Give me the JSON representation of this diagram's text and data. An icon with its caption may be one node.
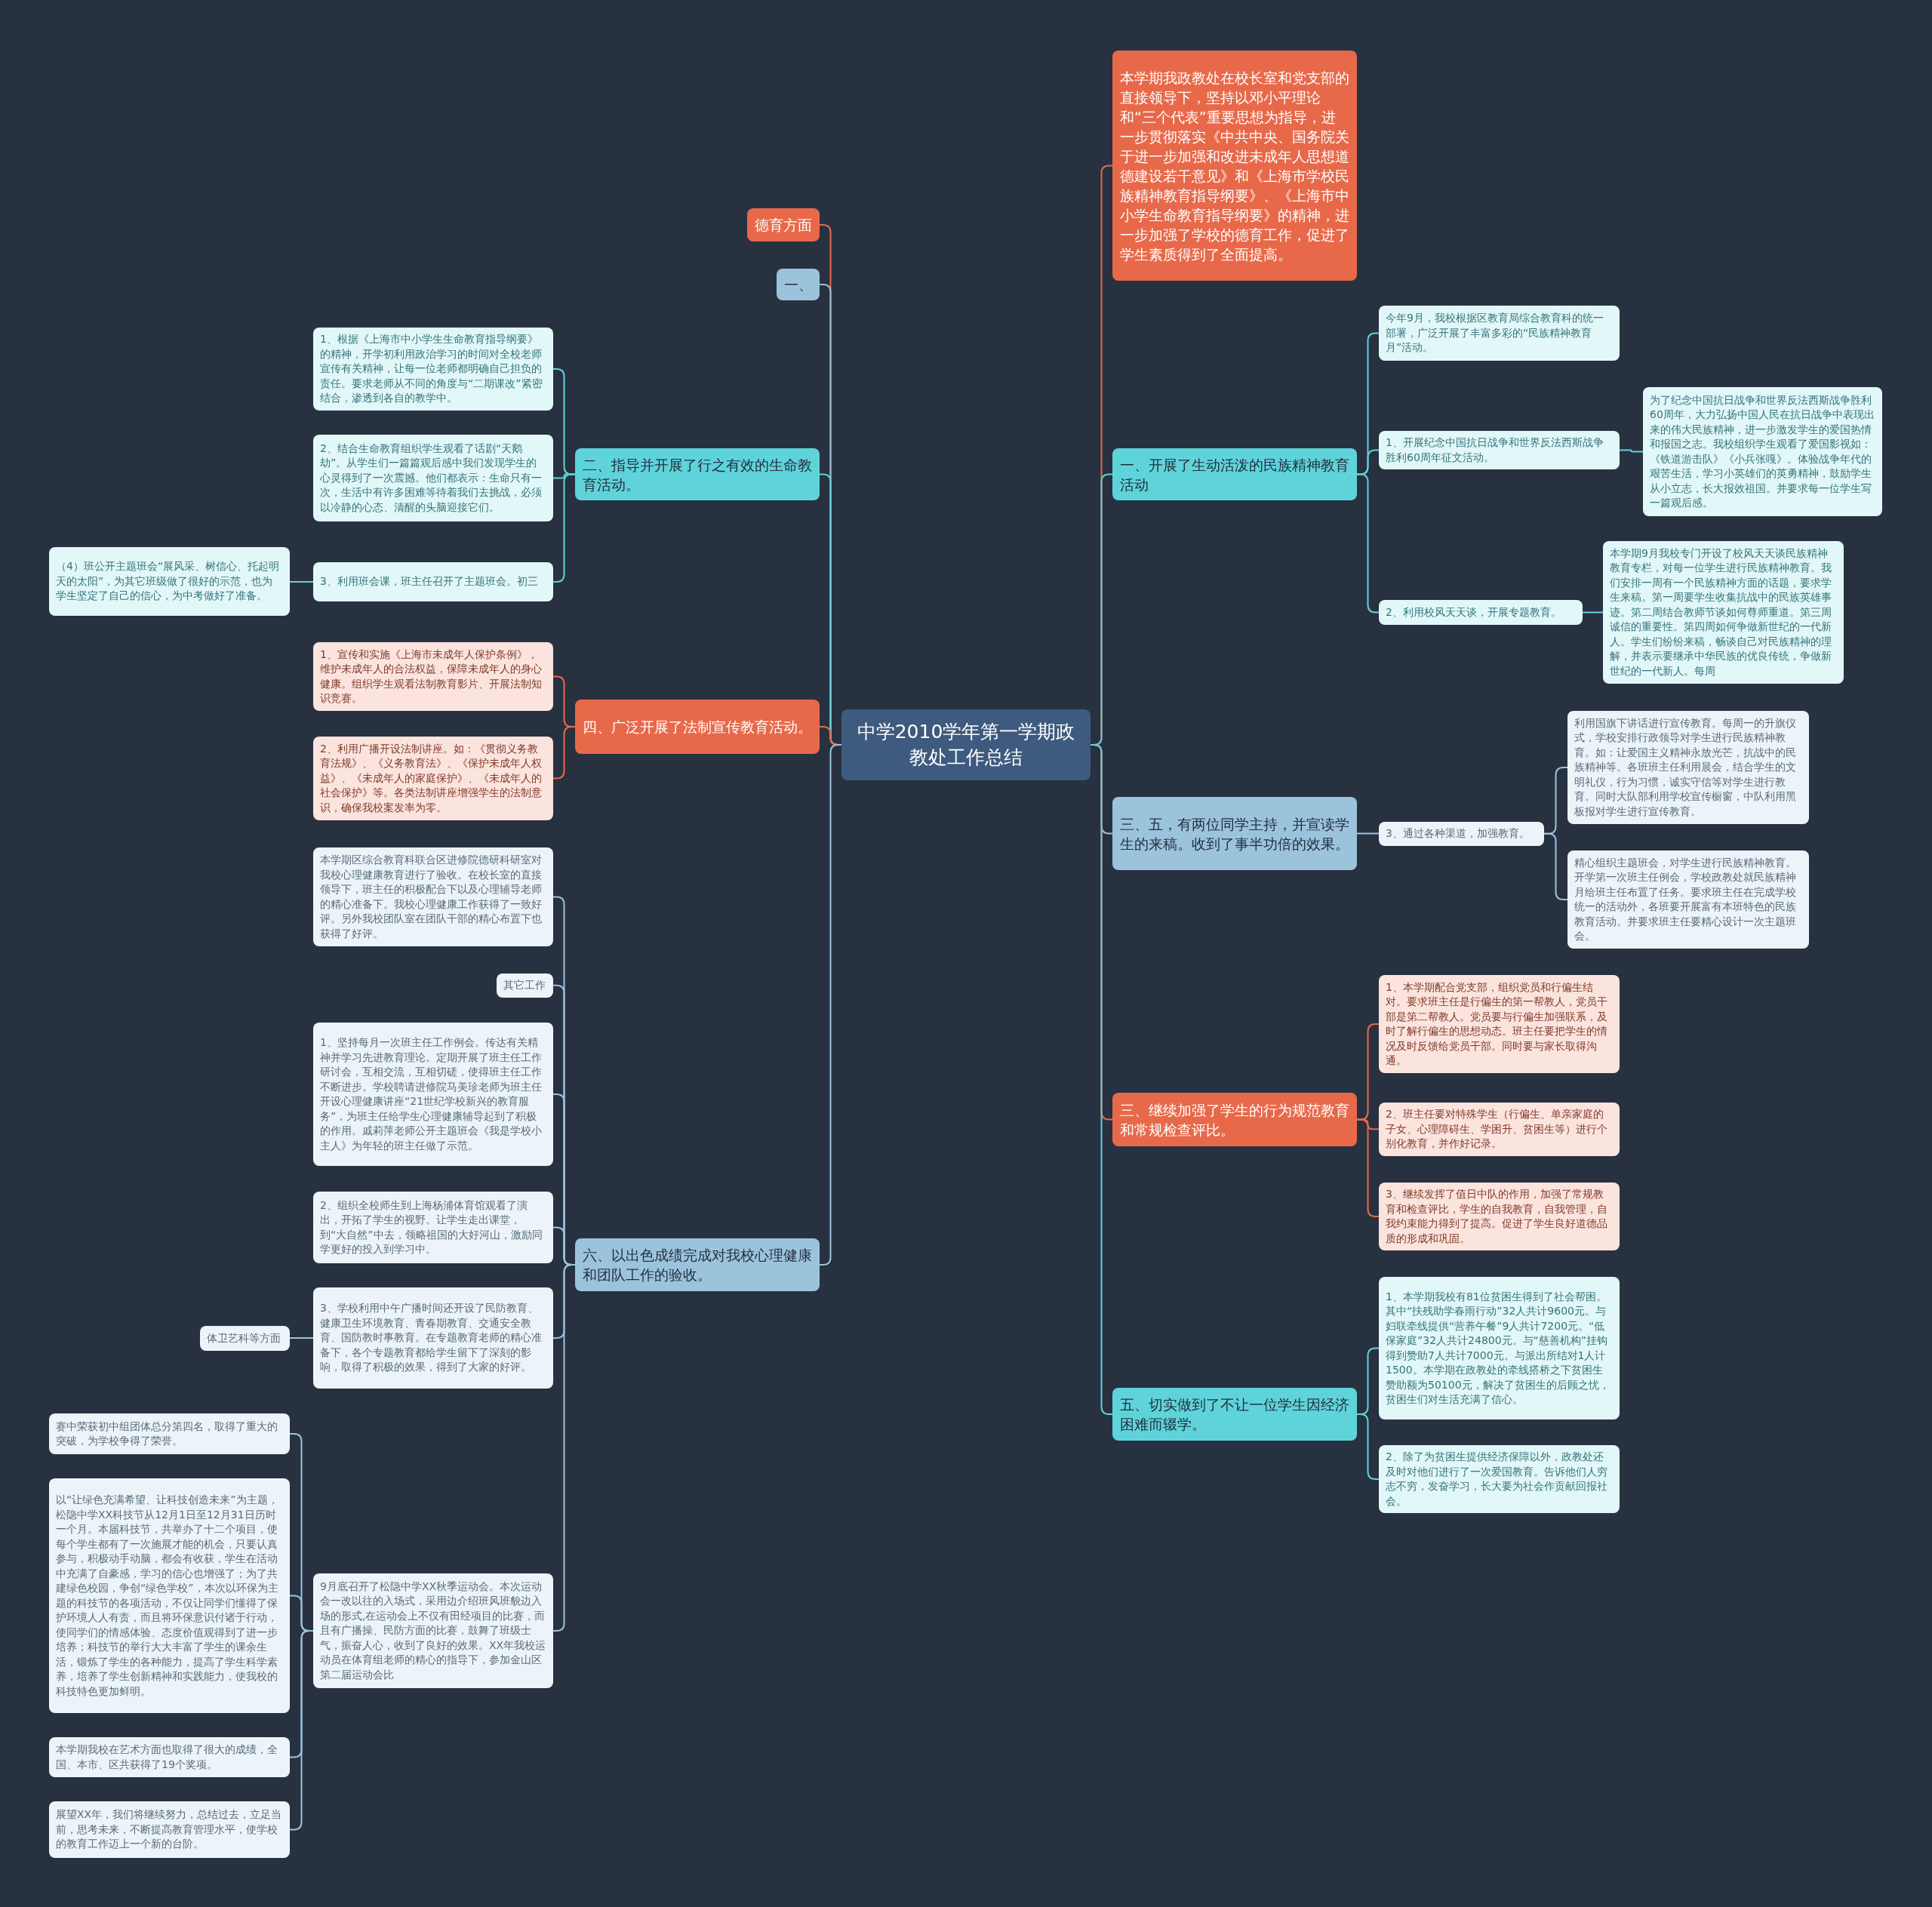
{
  "diagram": {
    "nodes": [
      {
        "text": [
          "中学2010学年第一学期政教处工作总结"
        ]
      },
      {
        "text": [
          "德育方面"
        ]
      },
      {
        "text": [
          "一、"
        ]
      },
      {
        "text": [
          "二、指导并开展了行之有效的生命教育活动。"
        ]
      },
      {
        "text": [
          "1、根据《上海市中小学生生命教育指导纲要》的精神，开学初利用政治学习的时间对全校老师宣传有关精神，让每一位老师都明确自己担负的责任。要求老师从不同的角度与“二期课改”紧密结合，渗透到各自的教学中。"
        ]
      },
      {
        "text": [
          "2、结合生命教育组织学生观看了话剧“天鹅劫”。从学生们一篇篇观后感中我们发现学生的心灵得到了一次震撼。他们都表示：生命只有一次，生活中有许多困难等待着我们去挑战，必须以冷静的心态、清醒的头脑迎接它们。"
        ]
      },
      {
        "text": [
          "3、利用班会课，班主任召开了主题班会。初三"
        ]
      },
      {
        "text": [
          "（4）班公开主题班会“展风采、树信心、托起明天的太阳”，为其它班级做了很好的示范，也为学生坚定了自己的信心，为中考做好了准备。"
        ]
      },
      {
        "text": [
          "四、广泛开展了法制宣传教育活动。"
        ]
      },
      {
        "text": [
          "1、宣传和实施《上海市未成年人保护条例》，维护未成年人的合法权益，保障未成年人的身心健康。组织学生观看法制教育影片、开展法制知识竞赛。"
        ]
      },
      {
        "text": [
          "2、利用广播开设法制讲座。如：《贯彻义务教育法规》、《义务教育法》、《保护未成年人权益》、《未成年人的家庭保护》、《未成年人的社会保护》等。各类法制讲座增强学生的法制意识，确保我校案发率为零。"
        ]
      },
      {
        "text": [
          "六、以出色成绩完成对我校心理健康和团队工作的验收。"
        ]
      },
      {
        "text": [
          "本学期区综合教育科联合区进修院德研科研室对我校心理健康教育进行了验收。在校长室的直接领导下，班主任的积极配合下以及心理辅导老师的精心准备下。我校心理健康工作获得了一致好评。另外我校团队室在团队干部的精心布置下也获得了好评。"
        ]
      },
      {
        "text": [
          "其它工作"
        ]
      },
      {
        "text": [
          "1、坚持每月一次班主任工作例会。传达有关精神并学习先进教育理论。定期开展了班主任工作研讨会，互相交流，互相切磋，使得班主任工作不断进步。学校聘请进修院马美珍老师为班主任开设心理健康讲座“21世纪学校新兴的教育服务”，为班主任给学生心理健康辅导起到了积极的作用。戚莉萍老师公开主题班会《我是学校小主人》为年轻的班主任做了示范。"
        ]
      },
      {
        "text": [
          "2、组织全校师生到上海杨浦体育馆观看了演出，开拓了学生的视野。让学生走出课堂，到“大自然”中去，领略祖国的大好河山，激励同学更好的投入到学习中。"
        ]
      },
      {
        "text": [
          "3、学校利用中午广播时间还开设了民防教育、健康卫生环境教育、青春期教育、交通安全教育、国防教时事教育。在专题教育老师的精心准备下，各个专题教育都给学生留下了深刻的影响，取得了积极的效果，得到了大家的好评。"
        ]
      },
      {
        "text": [
          "体卫艺科等方面"
        ]
      },
      {
        "text": [
          "9月底召开了松隐中学XX秋季运动会。本次运动会一改以往的入场式，采用边介绍班风班貌边入场的形式,在运动会上不仅有田经项目的比赛，而且有广播操、民防方面的比赛，鼓舞了班级士气，振奋人心，收到了良好的效果。XX年我校运动员在体育组老师的精心的指导下，参加金山区第二届运动会比"
        ]
      },
      {
        "text": [
          "赛中荣获初中组团体总分第四名，取得了重大的突破，为学校争得了荣誉。"
        ]
      },
      {
        "text": [
          "以“让绿色充满希望、让科技创造未来”为主题，松隐中学XX科技节从12月1日至12月31日历时一个月。本届科技节，共举办了十二个项目，使每个学生都有了一次施展才能的机会，只要认真参与，积极动手动脑，都会有收获，学生在活动中充满了自豪感，学习的信心也增强了；为了共建绿色校园，争创“绿色学校”，本次以环保为主题的科技节的各项活动，不仅让同学们懂得了保护环境人人有责，而且将环保意识付诸于行动，使同学们的情感体验、态度价值观得到了进一步培养；科技节的举行大大丰富了学生的课余生活，锻炼了学生的各种能力，提高了学生科学素养，培养了学生创新精神和实践能力，使我校的科技特色更加鲜明。"
        ]
      },
      {
        "text": [
          "本学期我校在艺术方面也取得了很大的成绩，全国、本市、区共获得了19个奖项。"
        ]
      },
      {
        "text": [
          "展望XX年，我们将继续努力，总结过去，立足当前，思考未来，不断提高教育管理水平，使学校的教育工作迈上一个新的台阶。"
        ]
      },
      {
        "text": [
          "本学期我政教处在校长室和党支部的直接领导下，坚持以邓小平理论和“三个代表”重要思想为指导，进一步贯彻落实《中共中央、国务院关于进一步加强和改进未成年人思想道德建设若干意见》和《上海市学校民族精神教育指导纲要》、《上海市中小学生命教育指导纲要》的精神，进一步加强了学校的德育工作，促进了学生素质得到了全面提高。"
        ]
      },
      {
        "text": [
          "一、开展了生动活泼的民族精神教育活动"
        ]
      },
      {
        "text": [
          "今年9月，我校根据区教育局综合教育科的统一部署，广泛开展了丰富多彩的“民族精神教育月”活动。"
        ]
      },
      {
        "text": [
          "1、开展纪念中国抗日战争和世界反法西斯战争胜利60周年征文活动。"
        ]
      },
      {
        "text": [
          "为了纪念中国抗日战争和世界反法西斯战争胜利60周年，大力弘扬中国人民在抗日战争中表现出来的伟大民族精神，进一步激发学生的爱国热情和报国之志。我校组织学生观看了爱国影视如：《铁道游击队》《小兵张嘎》。体验战争年代的艰苦生活，学习小英雄们的英勇精神，鼓励学生从小立志，长大报效祖国。并要求每一位学生写一篇观后感。"
        ]
      },
      {
        "text": [
          "2、利用校风天天谈，开展专题教育。"
        ]
      },
      {
        "text": [
          "本学期9月我校专门开设了校风天天谈民族精神教育专栏，对每一位学生进行民族精神教育。我们安排一周有一个民族精神方面的话题，要求学生来稿。第一周要学生收集抗战中的民族英雄事迹。第二周结合教师节谈如何尊师重道。第三周诚信的重要性。第四周如何争做新世纪的一代新人。学生们纷纷来稿，畅谈自己对民族精神的理解，并表示要继承中华民族的优良传统，争做新世纪的一代新人。每周"
        ]
      },
      {
        "text": [
          "三、五，有两位同学主持，并宣读学生的来稿。收到了事半功倍的效果。"
        ]
      },
      {
        "text": [
          "3、通过各种渠道，加强教育。"
        ]
      },
      {
        "text": [
          "利用国旗下讲话进行宣传教育。每周一的升旗仪式，学校安排行政领导对学生进行民族精神教育。如：让爱国主义精神永放光芒，抗战中的民族精神等。各班班主任利用晨会，结合学生的文明礼仪，行为习惯，诚实守信等对学生进行教育。同时大队部利用学校宣传橱窗，中队利用黑板报对学生进行宣传教育。"
        ]
      },
      {
        "text": [
          "精心组织主题班会，对学生进行民族精神教育。开学第一次班主任例会，学校政教处就民族精神月给班主任布置了任务。要求班主任在完成学校统一的活动外，各班要开展富有本班特色的民族教育活动。并要求班主任要精心设计一次主题班会。"
        ]
      },
      {
        "text": [
          "三、继续加强了学生的行为规范教育和常规检查评比。"
        ]
      },
      {
        "text": [
          "1、本学期配合党支部，组织党员和行偏生结对。要求班主任是行偏生的第一帮教人，党员干部是第二帮教人。党员要与行偏生加强联系，及时了解行偏生的思想动态。班主任要把学生的情况及时反馈给党员干部。同时要与家长取得沟通。"
        ]
      },
      {
        "text": [
          "2、班主任要对特殊学生（行偏生、单亲家庭的子女、心理障碍生、学困升、贫困生等）进行个别化教育，并作好记录。"
        ]
      },
      {
        "text": [
          "3、继续发挥了值日中队的作用，加强了常规教育和检查评比，学生的自我教育，自我管理，自我约束能力得到了提高。促进了学生良好道德品质的形成和巩固。"
        ]
      },
      {
        "text": [
          "五、切实做到了不让一位学生因经济困难而辍学。"
        ]
      },
      {
        "text": [
          "1、本学期我校有81位贫困生得到了社会帮困。其中“扶残助学春雨行动”32人共计9600元。与妇联牵线提供“营养午餐”9人共计7200元。“低保家庭”32人共计24800元。与“慈善机构”挂钩得到赞助7人共计7000元。与派出所结对1人计1500。本学期在政教处的牵线搭桥之下贫困生赞助额为50100元，解决了贫困生的后顾之忧，贫困生们对生活充满了信心。"
        ]
      },
      {
        "text": [
          "2、除了为贫困生提供经济保障以外，政教处还及时对他们进行了一次爱国教育。告诉他们人穷志不穷，发奋学习，长大要为社会作贡献回报社会。"
        ]
      }
    ],
    "edges": [
      {
        "from": 0,
        "to": 1,
        "arrow": "none",
        "color": "#e8694a"
      },
      {
        "from": 0,
        "to": 2,
        "arrow": "none"
      },
      {
        "from": 0,
        "to": 3,
        "arrow": "none",
        "color": "#5fd3da"
      },
      {
        "from": 3,
        "to": 4,
        "arrow": "none",
        "color": "#5fd3da"
      },
      {
        "from": 3,
        "to": 5,
        "arrow": "none",
        "color": "#5fd3da"
      },
      {
        "from": 3,
        "to": 6,
        "arrow": "none",
        "color": "#5fd3da"
      },
      {
        "from": 6,
        "to": 7,
        "arrow": "none",
        "color": "#5fd3da"
      },
      {
        "from": 0,
        "to": 8,
        "arrow": "none",
        "color": "#e8694a"
      },
      {
        "from": 8,
        "to": 9,
        "arrow": "none",
        "color": "#e8694a"
      },
      {
        "from": 8,
        "to": 10,
        "arrow": "none",
        "color": "#e8694a"
      },
      {
        "from": 0,
        "to": 11,
        "arrow": "none"
      },
      {
        "from": 11,
        "to": 12,
        "arrow": "none"
      },
      {
        "from": 11,
        "to": 13,
        "arrow": "none"
      },
      {
        "from": 11,
        "to": 14,
        "arrow": "none"
      },
      {
        "from": 11,
        "to": 15,
        "arrow": "none"
      },
      {
        "from": 11,
        "to": 16,
        "arrow": "none"
      },
      {
        "from": 16,
        "to": 17,
        "arrow": "none"
      },
      {
        "from": 11,
        "to": 18,
        "arrow": "none"
      },
      {
        "from": 18,
        "to": 19,
        "arrow": "none"
      },
      {
        "from": 18,
        "to": 20,
        "arrow": "none"
      },
      {
        "from": 18,
        "to": 21,
        "arrow": "none"
      },
      {
        "from": 18,
        "to": 22,
        "arrow": "none"
      },
      {
        "from": 0,
        "to": 23,
        "arrow": "none",
        "color": "#e8694a"
      },
      {
        "from": 0,
        "to": 24,
        "arrow": "none",
        "color": "#5fd3da"
      },
      {
        "from": 24,
        "to": 25,
        "arrow": "none",
        "color": "#5fd3da"
      },
      {
        "from": 24,
        "to": 26,
        "arrow": "none",
        "color": "#5fd3da"
      },
      {
        "from": 26,
        "to": 27,
        "arrow": "none",
        "color": "#5fd3da"
      },
      {
        "from": 24,
        "to": 28,
        "arrow": "none",
        "color": "#5fd3da"
      },
      {
        "from": 28,
        "to": 29,
        "arrow": "none",
        "color": "#5fd3da"
      },
      {
        "from": 0,
        "to": 30,
        "arrow": "none"
      },
      {
        "from": 30,
        "to": 31,
        "arrow": "none"
      },
      {
        "from": 31,
        "to": 32,
        "arrow": "none"
      },
      {
        "from": 31,
        "to": 33,
        "arrow": "none"
      },
      {
        "from": 0,
        "to": 34,
        "arrow": "none",
        "color": "#e8694a"
      },
      {
        "from": 34,
        "to": 35,
        "arrow": "none",
        "color": "#e8694a"
      },
      {
        "from": 34,
        "to": 36,
        "arrow": "none",
        "color": "#e8694a"
      },
      {
        "from": 34,
        "to": 37,
        "arrow": "none",
        "color": "#e8694a"
      },
      {
        "from": 0,
        "to": 38,
        "arrow": "none",
        "color": "#5fd3da"
      },
      {
        "from": 38,
        "to": 39,
        "arrow": "none",
        "color": "#5fd3da"
      },
      {
        "from": 38,
        "to": 40,
        "arrow": "none",
        "color": "#5fd3da"
      }
    ]
  }
}
